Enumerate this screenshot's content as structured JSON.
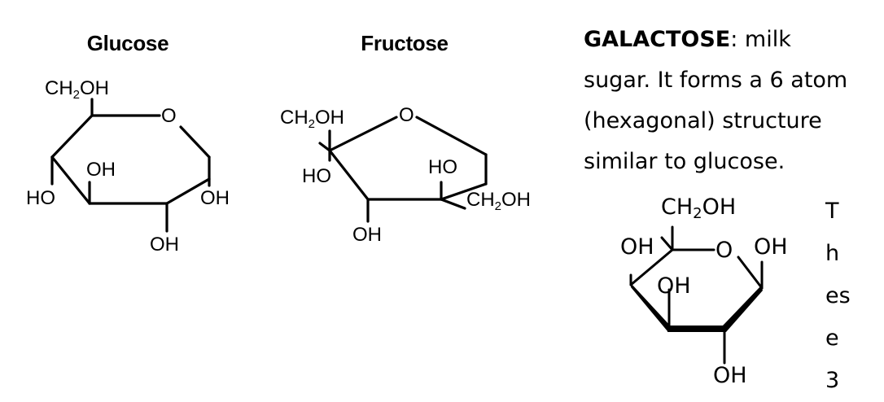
{
  "glucose": {
    "title": "Glucose",
    "ring_o": "O",
    "ch2oh": {
      "pre": "CH",
      "sub": "2",
      "post": "OH"
    },
    "oh_inner": "OH",
    "ho_left": "HO",
    "oh_right": "OH",
    "oh_bottom": "OH"
  },
  "fructose": {
    "title": "Fructose",
    "ring_o": "O",
    "ch2oh_left": {
      "pre": "CH",
      "sub": "2",
      "post": "OH"
    },
    "ho_left": "HO",
    "ho_right": "HO",
    "ch2oh_right": {
      "pre": "CH",
      "sub": "2",
      "post": "OH"
    },
    "oh_bottom": "OH"
  },
  "galactose": {
    "ch2oh": {
      "pre": "CH",
      "sub": "2",
      "post": "OH"
    },
    "oh_left": "OH",
    "ring_o": "O",
    "oh_right": "OH",
    "oh_inner": "OH",
    "oh_bottom": "OH"
  },
  "description": {
    "bold": "GALACTOSE",
    "text": ": milk sugar. It forms a 6 atom (hexagonal) structure similar to glucose."
  },
  "vertical_text": [
    "T",
    "h",
    "es",
    "e",
    "3"
  ]
}
